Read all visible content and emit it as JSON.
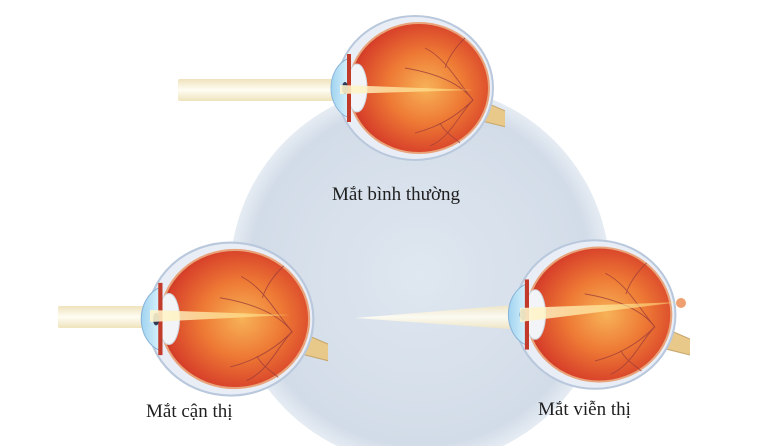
{
  "diagram": {
    "title": "",
    "labels": {
      "normal": "Mắt bình thường",
      "myopia": "Mắt cận thị",
      "hyperopia": "Mắt viễn thị"
    },
    "colors": {
      "background": "#ffffff",
      "center_circle": "#d5dfea",
      "eyeball": "#e2552a",
      "sclera_outline": "#c9d6e6",
      "light_beam": "#f6eccb",
      "focus_point": "#f0a070"
    },
    "eyes": [
      {
        "id": "normal",
        "label_key": "normal",
        "focus": "on retina"
      },
      {
        "id": "myopia",
        "label_key": "myopia",
        "focus": "in front of retina"
      },
      {
        "id": "hyperopia",
        "label_key": "hyperopia",
        "focus": "behind retina"
      }
    ]
  }
}
